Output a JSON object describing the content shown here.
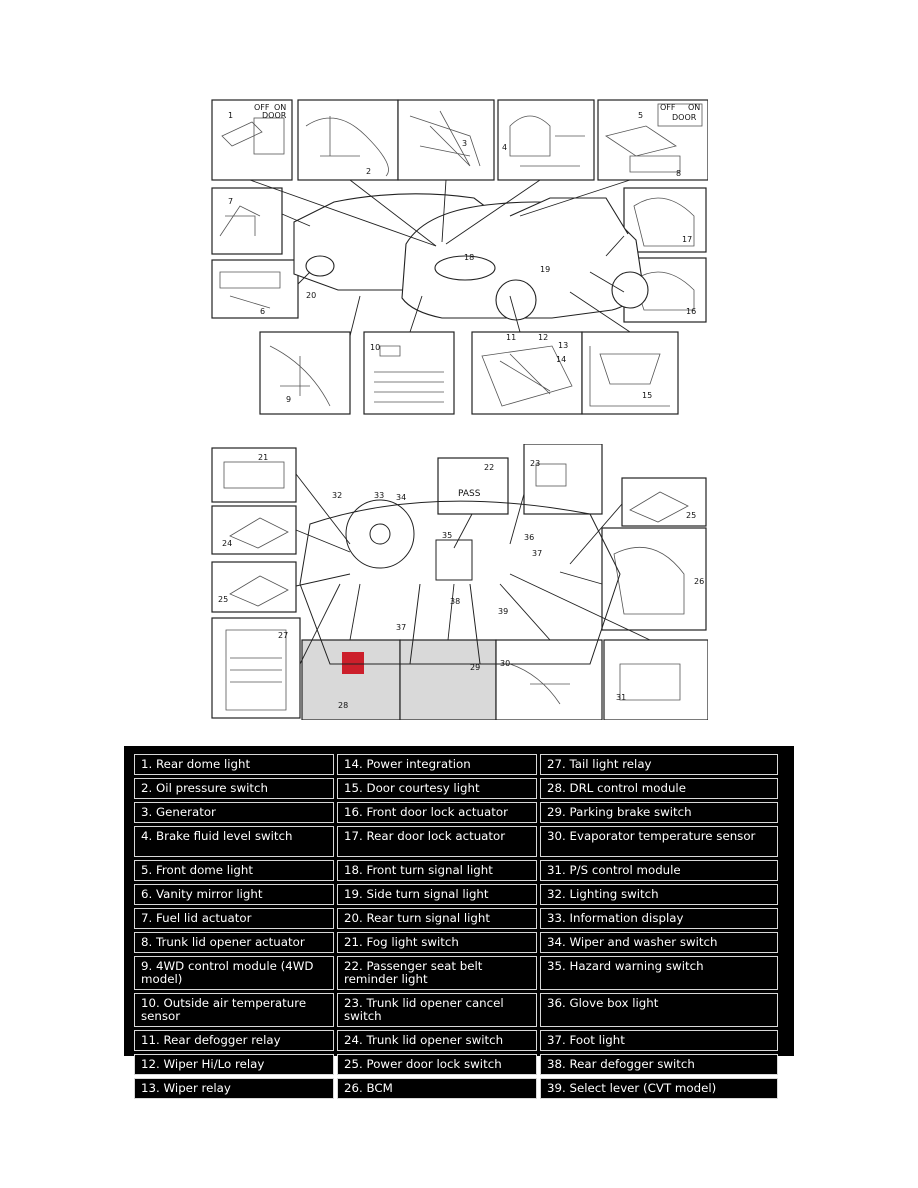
{
  "callouts_top": [
    "1",
    "2",
    "3",
    "4",
    "5",
    "6",
    "7",
    "8",
    "9",
    "10",
    "11",
    "12",
    "13",
    "14",
    "15",
    "16",
    "17",
    "18",
    "19",
    "20"
  ],
  "callouts_bottom": [
    "21",
    "22",
    "23",
    "24",
    "25",
    "25",
    "26",
    "27",
    "28",
    "29",
    "30",
    "31",
    "32",
    "33",
    "34",
    "35",
    "36",
    "37",
    "37",
    "38",
    "39"
  ],
  "inset_labels": {
    "off": "OFF",
    "door": "DOOR",
    "on": "ON",
    "off2": "OFF",
    "door2": "DOOR",
    "on2": "ON",
    "pass": "PASS"
  },
  "legend": {
    "columns": [
      [
        "1. Rear dome light",
        "2. Oil pressure switch",
        "3. Generator",
        "4. Brake fluid level switch",
        "5. Front dome light",
        "6. Vanity mirror light",
        "7. Fuel lid actuator",
        "8. Trunk lid opener actuator",
        "9. 4WD control module (4WD model)",
        "10. Outside air temperature sensor",
        "11. Rear defogger relay",
        "12. Wiper Hi/Lo relay",
        "13. Wiper relay"
      ],
      [
        "14. Power integration",
        "15. Door courtesy light",
        "16. Front door lock actuator",
        "17. Rear door lock actuator",
        "18. Front turn signal light",
        "19. Side turn signal light",
        "20. Rear turn signal light",
        "21. Fog light switch",
        "22. Passenger seat belt reminder light",
        "23. Trunk lid opener cancel switch",
        "24. Trunk lid opener switch",
        "25. Power door lock switch",
        "26. BCM"
      ],
      [
        "27. Tail light relay",
        "28. DRL control module",
        "29. Parking brake switch",
        "30. Evaporator temperature sensor",
        "31. P/S control module",
        "32. Lighting switch",
        "33. Information display",
        "34. Wiper and washer switch",
        "35. Hazard warning switch",
        "36. Glove box light",
        "37. Foot light",
        "38. Rear defogger switch",
        "39. Select lever (CVT model)"
      ]
    ]
  }
}
